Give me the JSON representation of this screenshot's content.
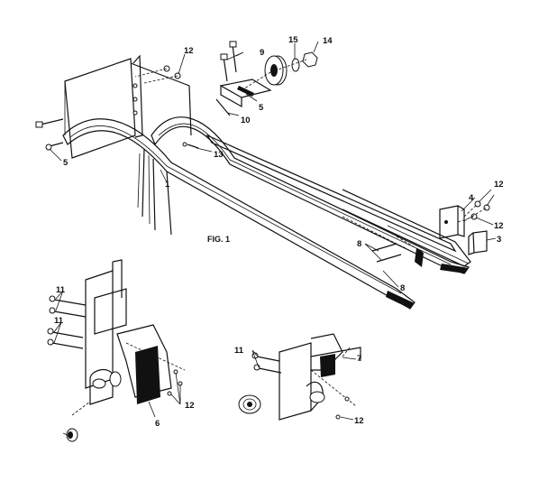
{
  "figure_label": "FIG. 1",
  "callouts": [
    "1",
    "3",
    "4",
    "5",
    "5",
    "6",
    "7",
    "8",
    "8",
    "9",
    "10",
    "11",
    "11",
    "11",
    "12",
    "12",
    "12",
    "12",
    "12",
    "13",
    "14",
    "15"
  ]
}
